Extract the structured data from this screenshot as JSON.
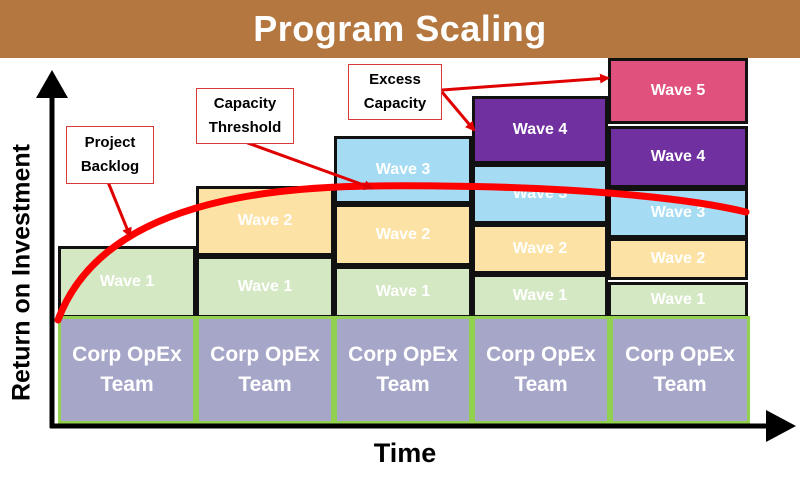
{
  "title": "Program Scaling",
  "axes": {
    "y_label": "Return on Investment",
    "x_label": "Time"
  },
  "columns": [
    {
      "base_line1": "Corp OpEx",
      "base_line2": "Team",
      "waves": [
        "Wave 1"
      ]
    },
    {
      "base_line1": "Corp OpEx",
      "base_line2": "Team",
      "waves": [
        "Wave 1",
        "Wave 2"
      ]
    },
    {
      "base_line1": "Corp OpEx",
      "base_line2": "Team",
      "waves": [
        "Wave 1",
        "Wave 2",
        "Wave 3"
      ]
    },
    {
      "base_line1": "Corp OpEx",
      "base_line2": "Team",
      "waves": [
        "Wave 1",
        "Wave 2",
        "Wave 3",
        "Wave 4"
      ]
    },
    {
      "base_line1": "Corp OpEx",
      "base_line2": "Team",
      "waves": [
        "Wave 1",
        "Wave 2",
        "Wave 3",
        "Wave 4",
        "Wave 5"
      ]
    }
  ],
  "callouts": {
    "project_backlog": {
      "line1": "Project",
      "line2": "Backlog"
    },
    "capacity_threshold": {
      "line1": "Capacity",
      "line2": "Threshold"
    },
    "excess_capacity": {
      "line1": "Excess",
      "line2": "Capacity"
    }
  },
  "colors": {
    "title_bar": "#b3773f",
    "wave1": "#d5e8c4",
    "wave2": "#fce3a5",
    "wave3": "#a6dcf3",
    "wave4": "#7030a0",
    "wave5": "#e0517e",
    "corp_opex": "#a6a6c8",
    "corp_border": "#92d050",
    "threshold_curve": "#ff0000"
  }
}
